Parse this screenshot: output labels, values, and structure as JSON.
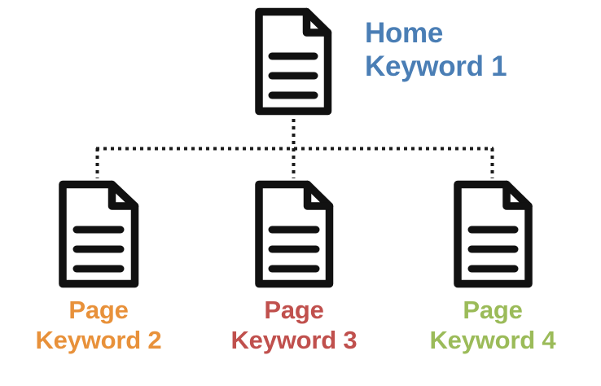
{
  "diagram": {
    "title_alt": "Website silo structure diagram",
    "background_color": "#ffffff",
    "icon_color": "#111111",
    "connector_color": "#1a1a1a",
    "connector_style": "dotted"
  },
  "nodes": [
    {
      "id": "home",
      "icon_name": "document-icon",
      "label_line1": "Home",
      "label_line2": "Keyword 1",
      "color": "#4A7EB5",
      "level": "root"
    },
    {
      "id": "page2",
      "icon_name": "document-icon",
      "label_line1": "Page",
      "label_line2": "Keyword 2",
      "color": "#E8913A",
      "level": "child"
    },
    {
      "id": "page3",
      "icon_name": "document-icon",
      "label_line1": "Page",
      "label_line2": "Keyword 3",
      "color": "#C0504D",
      "level": "child"
    },
    {
      "id": "page4",
      "icon_name": "document-icon",
      "label_line1": "Page",
      "label_line2": "Keyword 4",
      "color": "#9BBB59",
      "level": "child"
    }
  ]
}
